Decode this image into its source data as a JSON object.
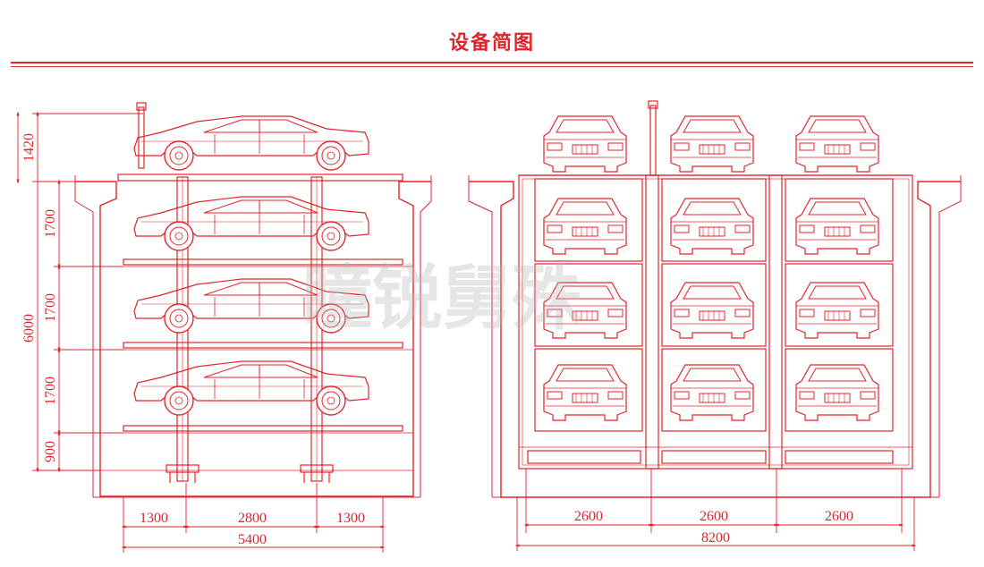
{
  "title": "设备简图",
  "watermark": "瞳锐舅殊",
  "colors": {
    "line": "#e0242b",
    "watermark": "#b8b8b8"
  },
  "side_view": {
    "vertical_dims": [
      "1420",
      "1700",
      "1700",
      "1700",
      "900"
    ],
    "total_height": "6000",
    "horizontal_dims": [
      "1300",
      "2800",
      "1300"
    ],
    "total_width": "5400"
  },
  "front_view": {
    "horizontal_dims": [
      "2600",
      "2600",
      "2600"
    ],
    "total_width": "8200"
  }
}
